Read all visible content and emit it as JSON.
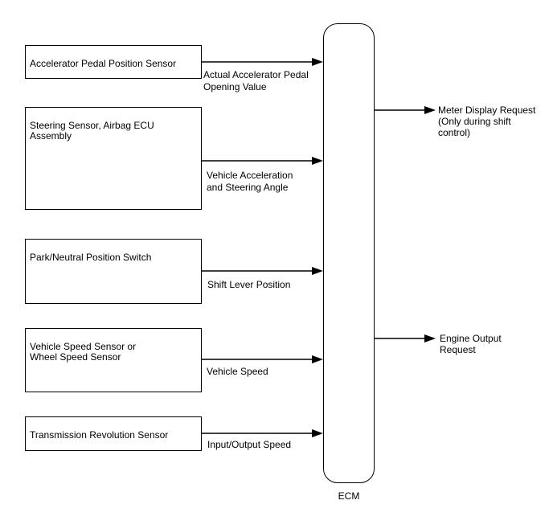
{
  "ecm": {
    "label": "ECM"
  },
  "inputs": [
    {
      "sensor": "Accelerator Pedal Position Sensor",
      "signal": "Actual Accelerator Pedal\nOpening Value"
    },
    {
      "sensor": "Steering Sensor, Airbag ECU\nAssembly",
      "signal": "Vehicle Acceleration\nand Steering Angle"
    },
    {
      "sensor": "Park/Neutral Position Switch",
      "signal": "Shift Lever Position"
    },
    {
      "sensor": "Vehicle Speed Sensor or\nWheel Speed Sensor",
      "signal": "Vehicle Speed"
    },
    {
      "sensor": "Transmission Revolution Sensor",
      "signal": "Input/Output Speed"
    }
  ],
  "outputs": [
    {
      "label": "Meter Display Request\n(Only during shift\ncontrol)"
    },
    {
      "label": "Engine Output\nRequest"
    }
  ]
}
